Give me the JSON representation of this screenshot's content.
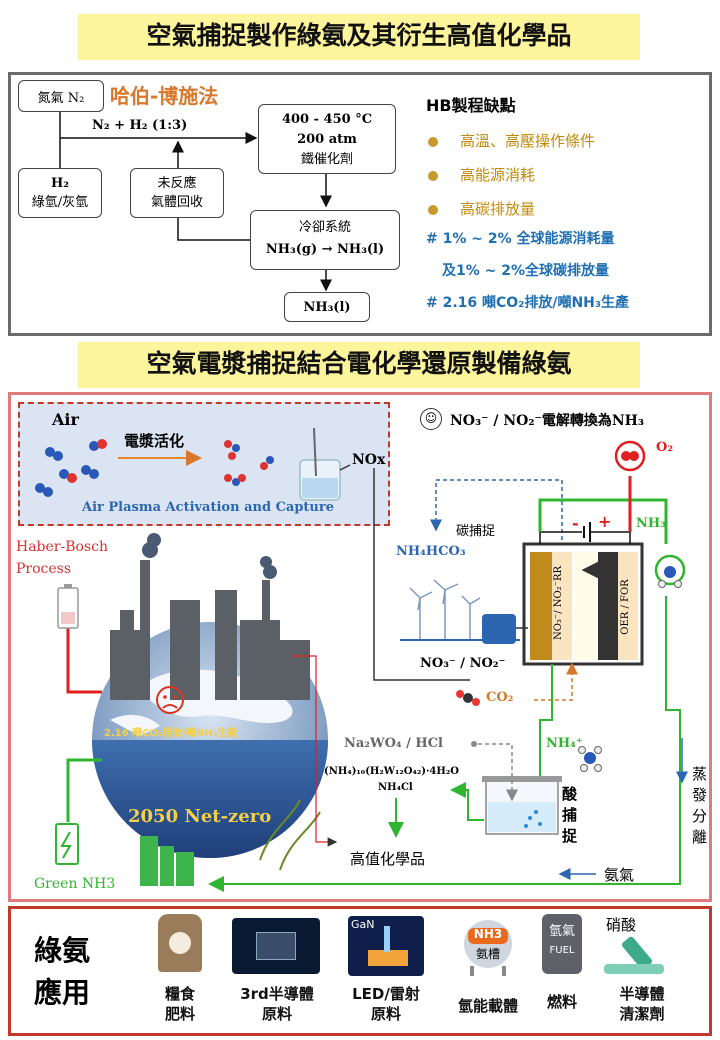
{
  "title1": "空氣捕捉製作綠氨及其衍生高值化學品",
  "title2": "空氣電漿捕捉結合電化學還原製備綠氨",
  "hb": {
    "n2_box": "氮氣 N₂",
    "method_title": "哈伯-博施法",
    "reaction": "N₂ + H₂ (1:3)",
    "h2_box_line1": "H₂",
    "h2_box_line2": "綠氫/灰氫",
    "recycle_line1": "未反應",
    "recycle_line2": "氣體回收",
    "cond_line1": "400 - 450 °C",
    "cond_line2": "200 atm",
    "cond_line3": "鐵催化劑",
    "cool_line1": "冷卻系統",
    "cool_line2": "NH₃(g) → NH₃(l)",
    "product": "NH₃(l)",
    "drawback_title": "HB製程缺點",
    "drawbacks": [
      "高溫、高壓操作條件",
      "高能源消耗",
      "高碳排放量"
    ],
    "note1a": "# 1% ~ 2% 全球能源消耗量",
    "note1b": "及1% ~ 2%全球碳排放量",
    "note2": "# 2.16 噸CO₂排放/噸NH₃生產"
  },
  "plasma": {
    "air": "Air",
    "activation": "電漿活化",
    "nox": "NOx",
    "caption": "Air Plasma Activation and Capture",
    "hb_process_line1": "Haber-Bosch",
    "hb_process_line2": "Process",
    "globe_text": "2.16 噸CO₂排放/噸NH₃生產",
    "netzero": "2050 Net-zero",
    "green_nh3": "Green NH3",
    "electro_title": "NO₃⁻ / NO₂⁻電解轉換為NH₃",
    "o2": "O₂",
    "nh3": "NH₃",
    "carbon_capture": "碳捕捉",
    "nh4hco3": "NH₄HCO₃",
    "minus": "-",
    "plus": "+",
    "cathode_label": "NO₃⁻/ NO₂⁻RR",
    "anode_label": "OER / FOR",
    "no3_no2": "NO₃⁻ / NO₂⁻",
    "co2": "CO₂",
    "na2wo4": "Na₂WO₄ / HCl",
    "nh4plus": "NH₄⁺",
    "compound1": "(NH₄)₁₀(H₂W₁₂O₄₂)·4H₂O",
    "compound2": "NH₄Cl",
    "acid_capture": "酸捕捉",
    "evap": "蒸發分離",
    "high_value": "高值化學品",
    "ammonia_gas": "氨氣"
  },
  "applications": {
    "heading_line1": "綠氨",
    "heading_line2": "應用",
    "items": [
      {
        "line1": "糧食",
        "line2": "肥料",
        "icon": "fertilizer-bag-icon"
      },
      {
        "line1": "3rd半導體",
        "line2": "原料",
        "icon": "chip-icon"
      },
      {
        "line1": "LED/雷射",
        "line2": "原料",
        "icon": "gan-led-icon"
      },
      {
        "line1": "氫能載體",
        "line2": "",
        "icon": "ammonia-tank-icon",
        "tank_line1": "NH3",
        "tank_line2": "氨槽"
      },
      {
        "line1": "燃料",
        "line2": "",
        "icon": "fuel-barrel-icon",
        "barrel_line1": "氫氣",
        "barrel_line2": "FUEL"
      },
      {
        "line1": "半導體",
        "line2": "清潔劑",
        "icon": "nitric-acid-icon",
        "top_label": "硝酸"
      }
    ],
    "gan_label": "GaN"
  },
  "colors": {
    "title_band": "#fdf59c",
    "hb_red": "#d9772b",
    "frame_red": "#e07b7b",
    "green": "#2fb52f",
    "blue_text": "#1f6fb4"
  }
}
